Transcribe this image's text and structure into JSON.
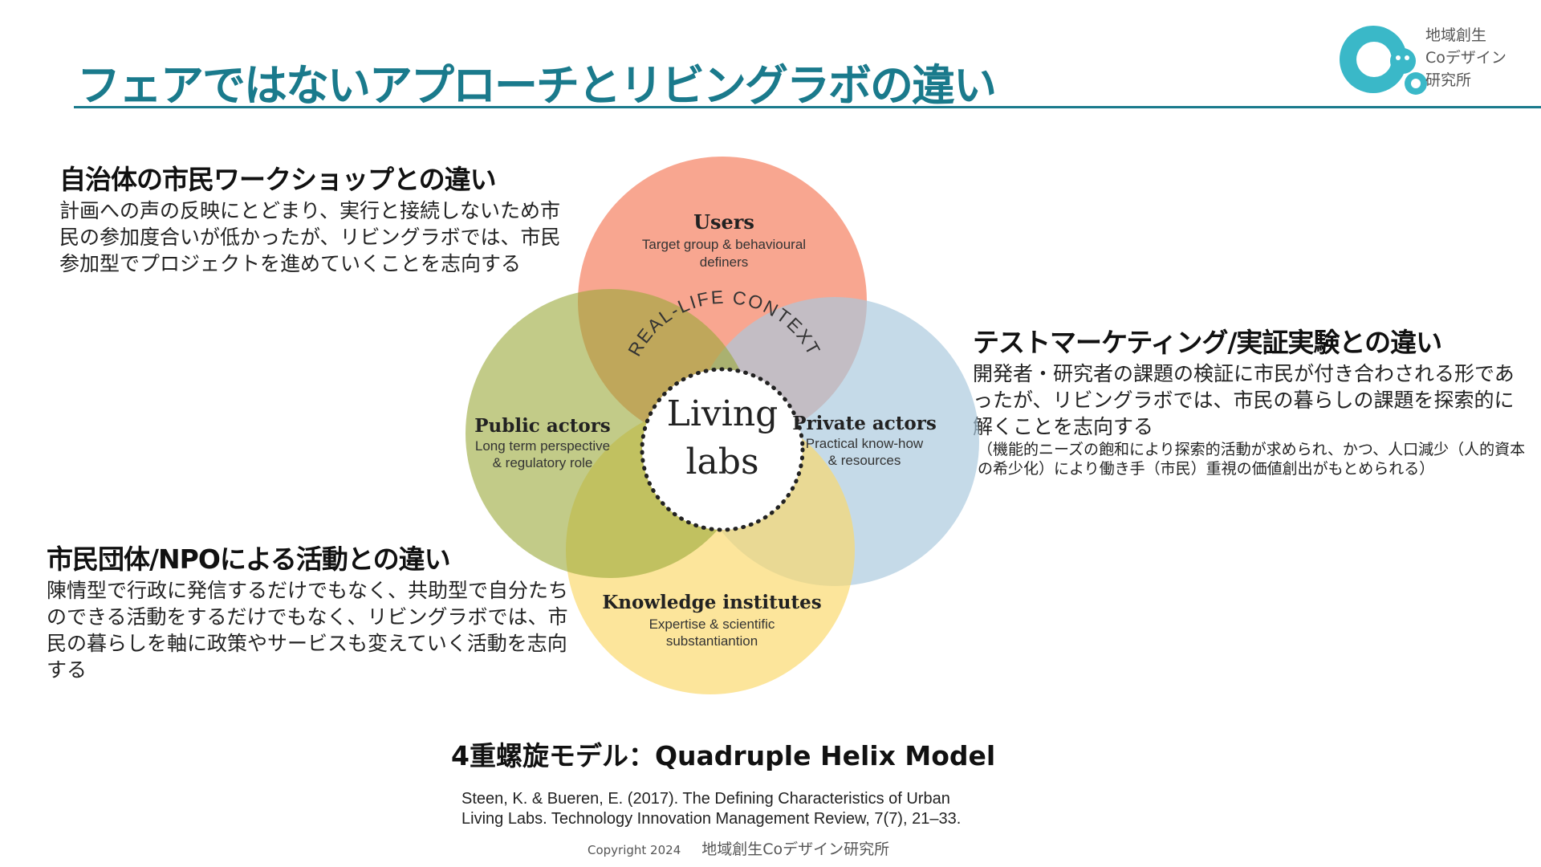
{
  "title": "フェアではないアプローチとリビングラボの違い",
  "logo": {
    "lines": [
      "地域創生",
      "Coデザイン",
      "研究所"
    ],
    "color": "#3ab8c8"
  },
  "sections": [
    {
      "heading": "自治体の市民ワークショップとの違い",
      "body": "計画への声の反映にとどまり、実行と接続しないため市民の参加度合いが低かったが、リビングラボでは、市民参加型でプロジェクトを進めていくことを志向する"
    },
    {
      "heading": "テストマーケティング/実証実験との違い",
      "body": "開発者・研究者の課題の検証に市民が付き合わされる形であったが、リビングラボでは、市民の暮らしの課題を探索的に解くことを志向する",
      "note": "（機能的ニーズの飽和により探索的活動が求められ、かつ、人口減少（人的資本の希少化）により働き手（市民）重視の価値創出がもとめられる）"
    },
    {
      "heading": "市民団体/NPOによる活動との違い",
      "body": "陳情型で行政に発信するだけでもなく、共助型で自分たちのできる活動をするだけでもなく、リビングラボでは、市民の暮らしを軸に政策やサービスも変えていく活動を志向する"
    }
  ],
  "diagram": {
    "center": [
      "Living",
      "labs"
    ],
    "ring": "REAL-LIFE CONTEXT",
    "circles": [
      {
        "name": "Users",
        "desc": [
          "Target group & behavioural",
          "definers"
        ],
        "color": "#f47c5c"
      },
      {
        "name": "Private actors",
        "desc": [
          "Practical know-how",
          "& resources"
        ],
        "color": "#a9c9dd"
      },
      {
        "name": "Knowledge institutes",
        "desc": [
          "Expertise & scientific",
          "substantiantion"
        ],
        "color": "#fbd96b"
      },
      {
        "name": "Public actors",
        "desc": [
          "Long term perspective",
          "& regulatory role"
        ],
        "color": "#b3ba5c"
      }
    ]
  },
  "caption": "4重螺旋モデル：Quadruple Helix Model",
  "citation": [
    "Steen, K. & Bueren, E. (2017). The Defining Characteristics of Urban",
    "Living Labs. Technology Innovation Management Review, 7(7), 21–33."
  ],
  "footer": {
    "copyright": "Copyright 2024",
    "org": "地域創生Coデザイン研究所"
  }
}
